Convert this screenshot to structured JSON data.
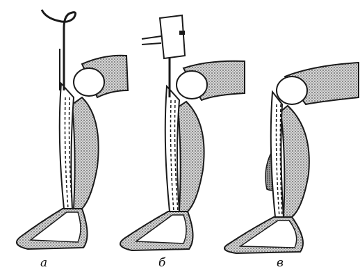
{
  "panels": [
    {
      "label": "а",
      "instrument": "hooked-wire"
    },
    {
      "label": "б",
      "instrument": "hammer"
    },
    {
      "label": "в",
      "instrument": "none"
    }
  ],
  "colors": {
    "ink": "#1a1a1a",
    "shade": "#8a8a8a",
    "paper": "#ffffff"
  }
}
